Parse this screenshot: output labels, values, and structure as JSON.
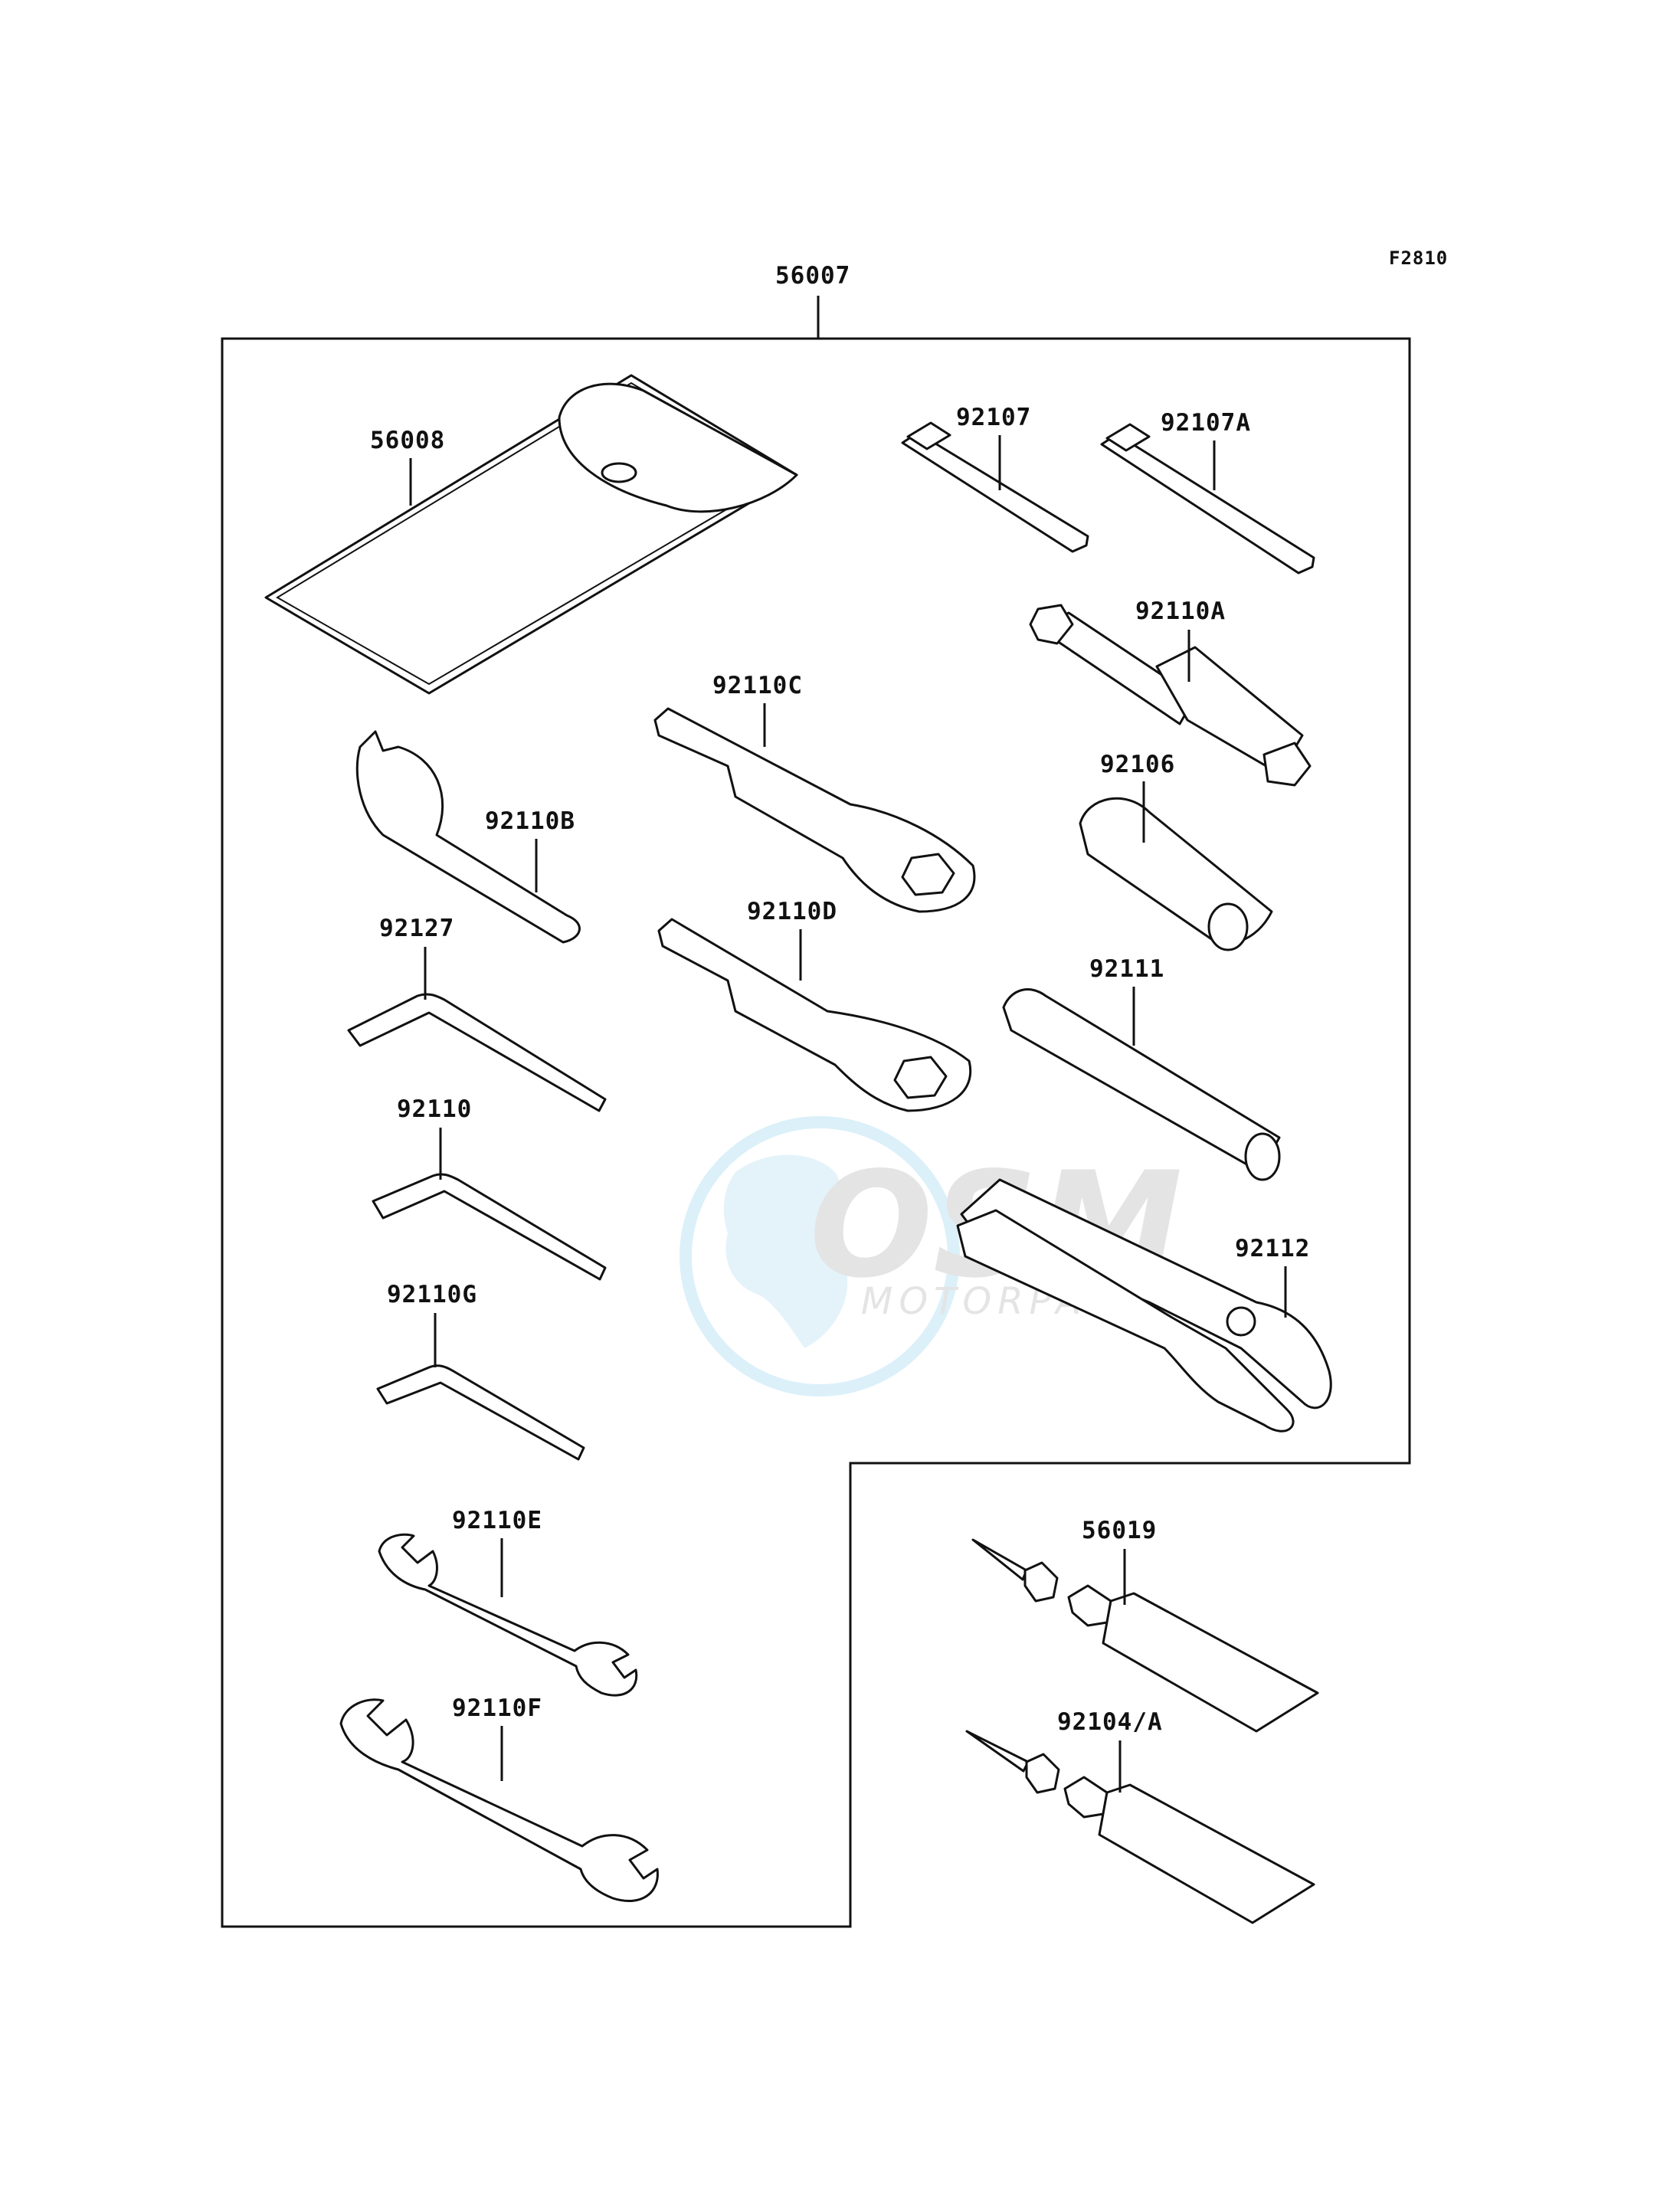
{
  "figure_code": "F2810",
  "watermark": {
    "logo_text": "OSM",
    "sub_text": "MOTORPARTS"
  },
  "parts": {
    "kit": "56007",
    "case": "56008",
    "screwdriver_bit": "92107",
    "screwdriver_bit_a": "92107A",
    "socket_wrench_a": "92110A",
    "socket_driver": "92106",
    "ring_wrench_c": "92110C",
    "ring_wrench_d": "92110D",
    "hook_wrench_b": "92110B",
    "hex_key_92127": "92127",
    "hex_key_92110": "92110",
    "hex_key_g": "92110G",
    "handle_bar": "92111",
    "pliers": "92112",
    "open_wrench_e": "92110E",
    "open_wrench_f": "92110F",
    "grease_tube": "56019",
    "grease_tube_a": "92104/A"
  }
}
